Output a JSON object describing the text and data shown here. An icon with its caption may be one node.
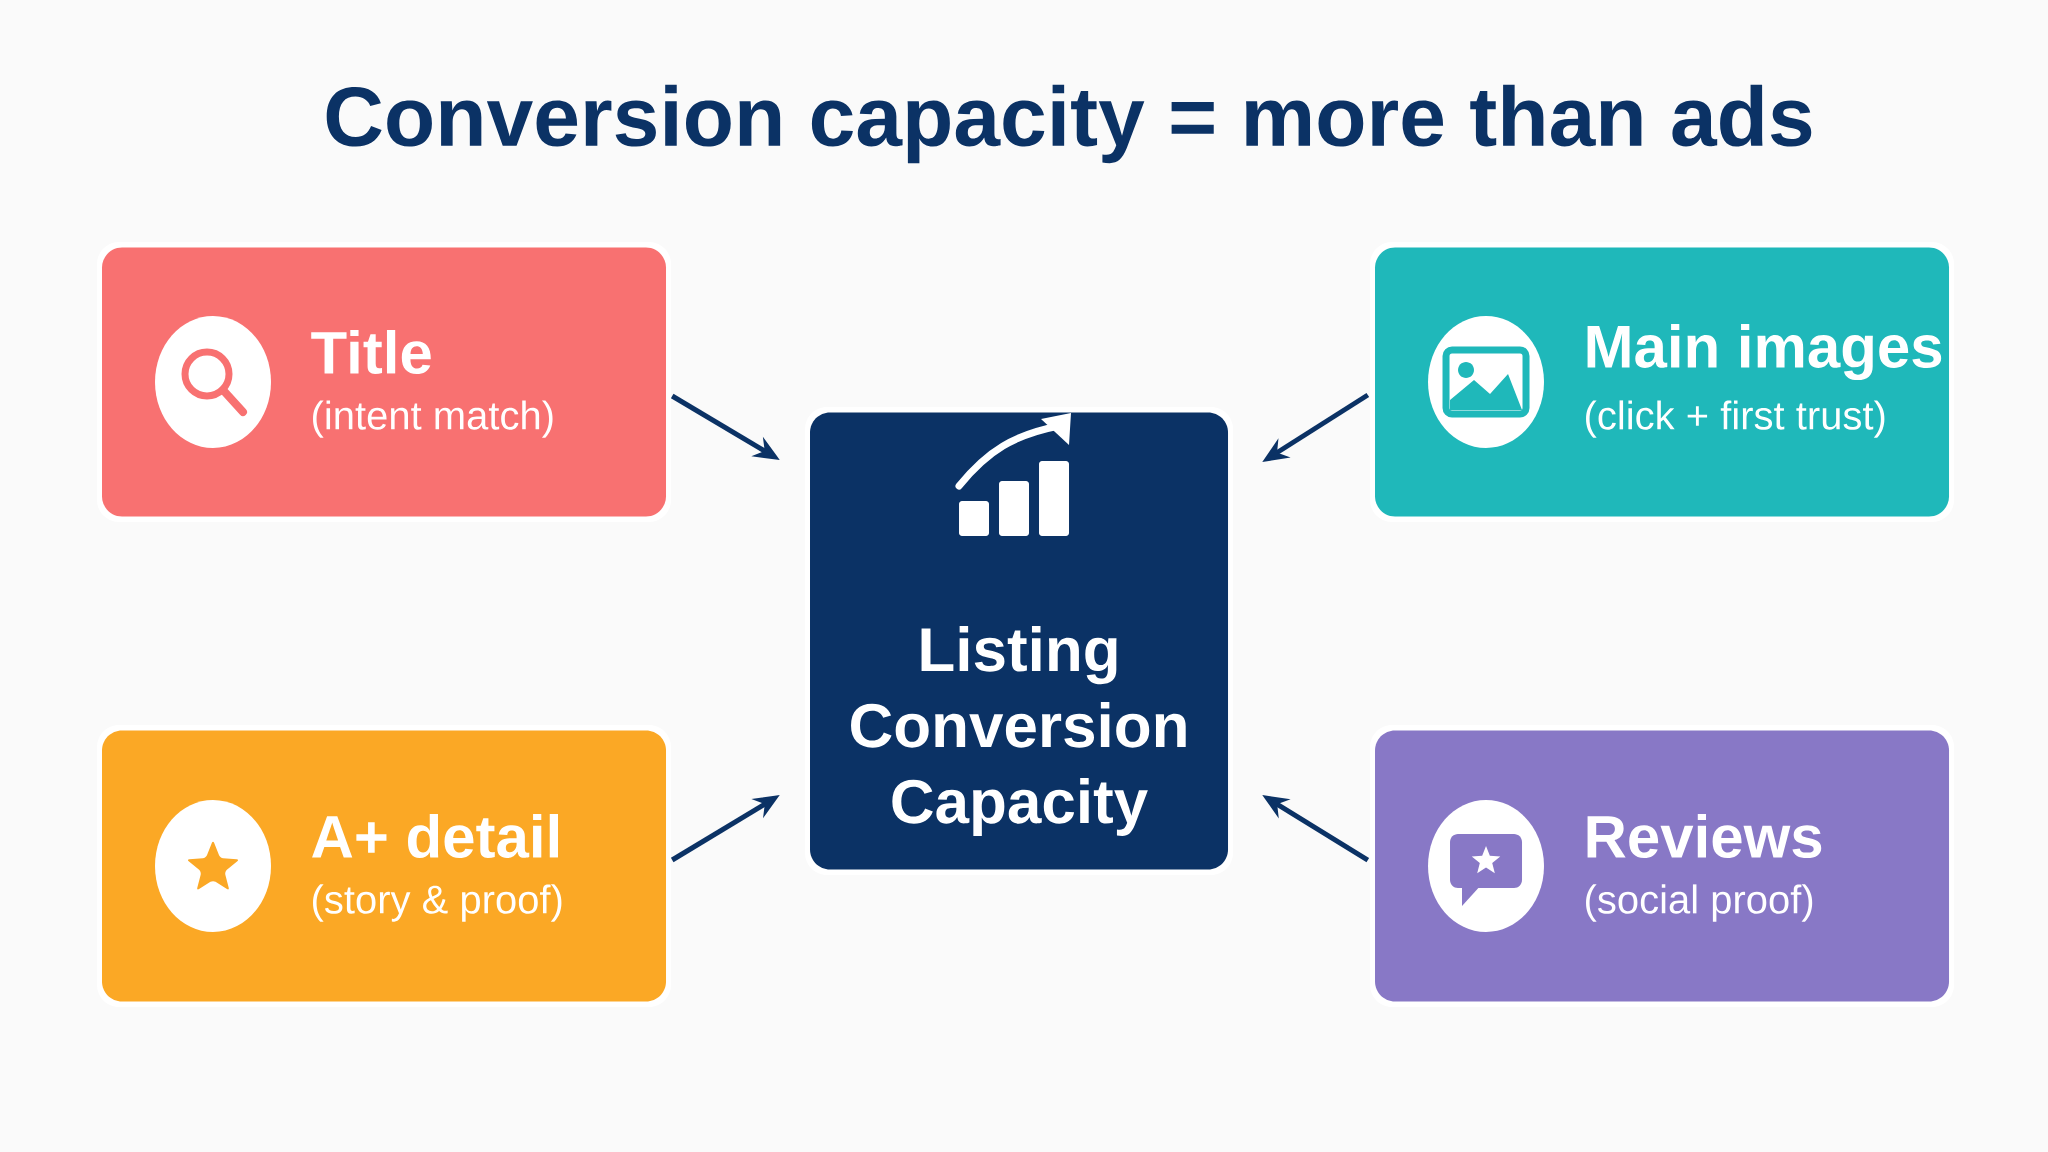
{
  "diagram": {
    "title": "Conversion capacity = more than ads",
    "nodes": [
      {
        "text": [
          "Title",
          "(intent match)"
        ]
      },
      {
        "text": [
          "Main images",
          "(click + first trust)"
        ]
      },
      {
        "text": [
          "Listing Conversion Capacity"
        ]
      },
      {
        "text": [
          "A+ detail",
          "(story & proof)"
        ]
      },
      {
        "text": [
          "Reviews",
          "(social proof)"
        ]
      }
    ],
    "edges": [
      {
        "from": 0,
        "to": 2,
        "arrow": "to"
      },
      {
        "from": 1,
        "to": 2,
        "arrow": "to"
      },
      {
        "from": 3,
        "to": 2,
        "arrow": "to"
      },
      {
        "from": 4,
        "to": 2,
        "arrow": "to"
      }
    ]
  }
}
